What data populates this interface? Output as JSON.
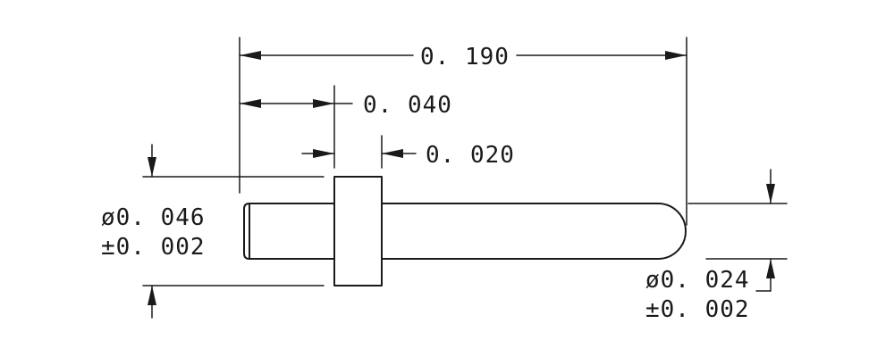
{
  "drawing": {
    "dim_overall_length": "0. 190",
    "dim_tail_length": "0. 040",
    "dim_collar_width": "0. 020",
    "dim_collar_diameter": "ø0. 046",
    "dim_collar_diameter_tol": "±0. 002",
    "dim_pin_diameter": "ø0. 024",
    "dim_pin_diameter_tol": "±0. 002"
  }
}
